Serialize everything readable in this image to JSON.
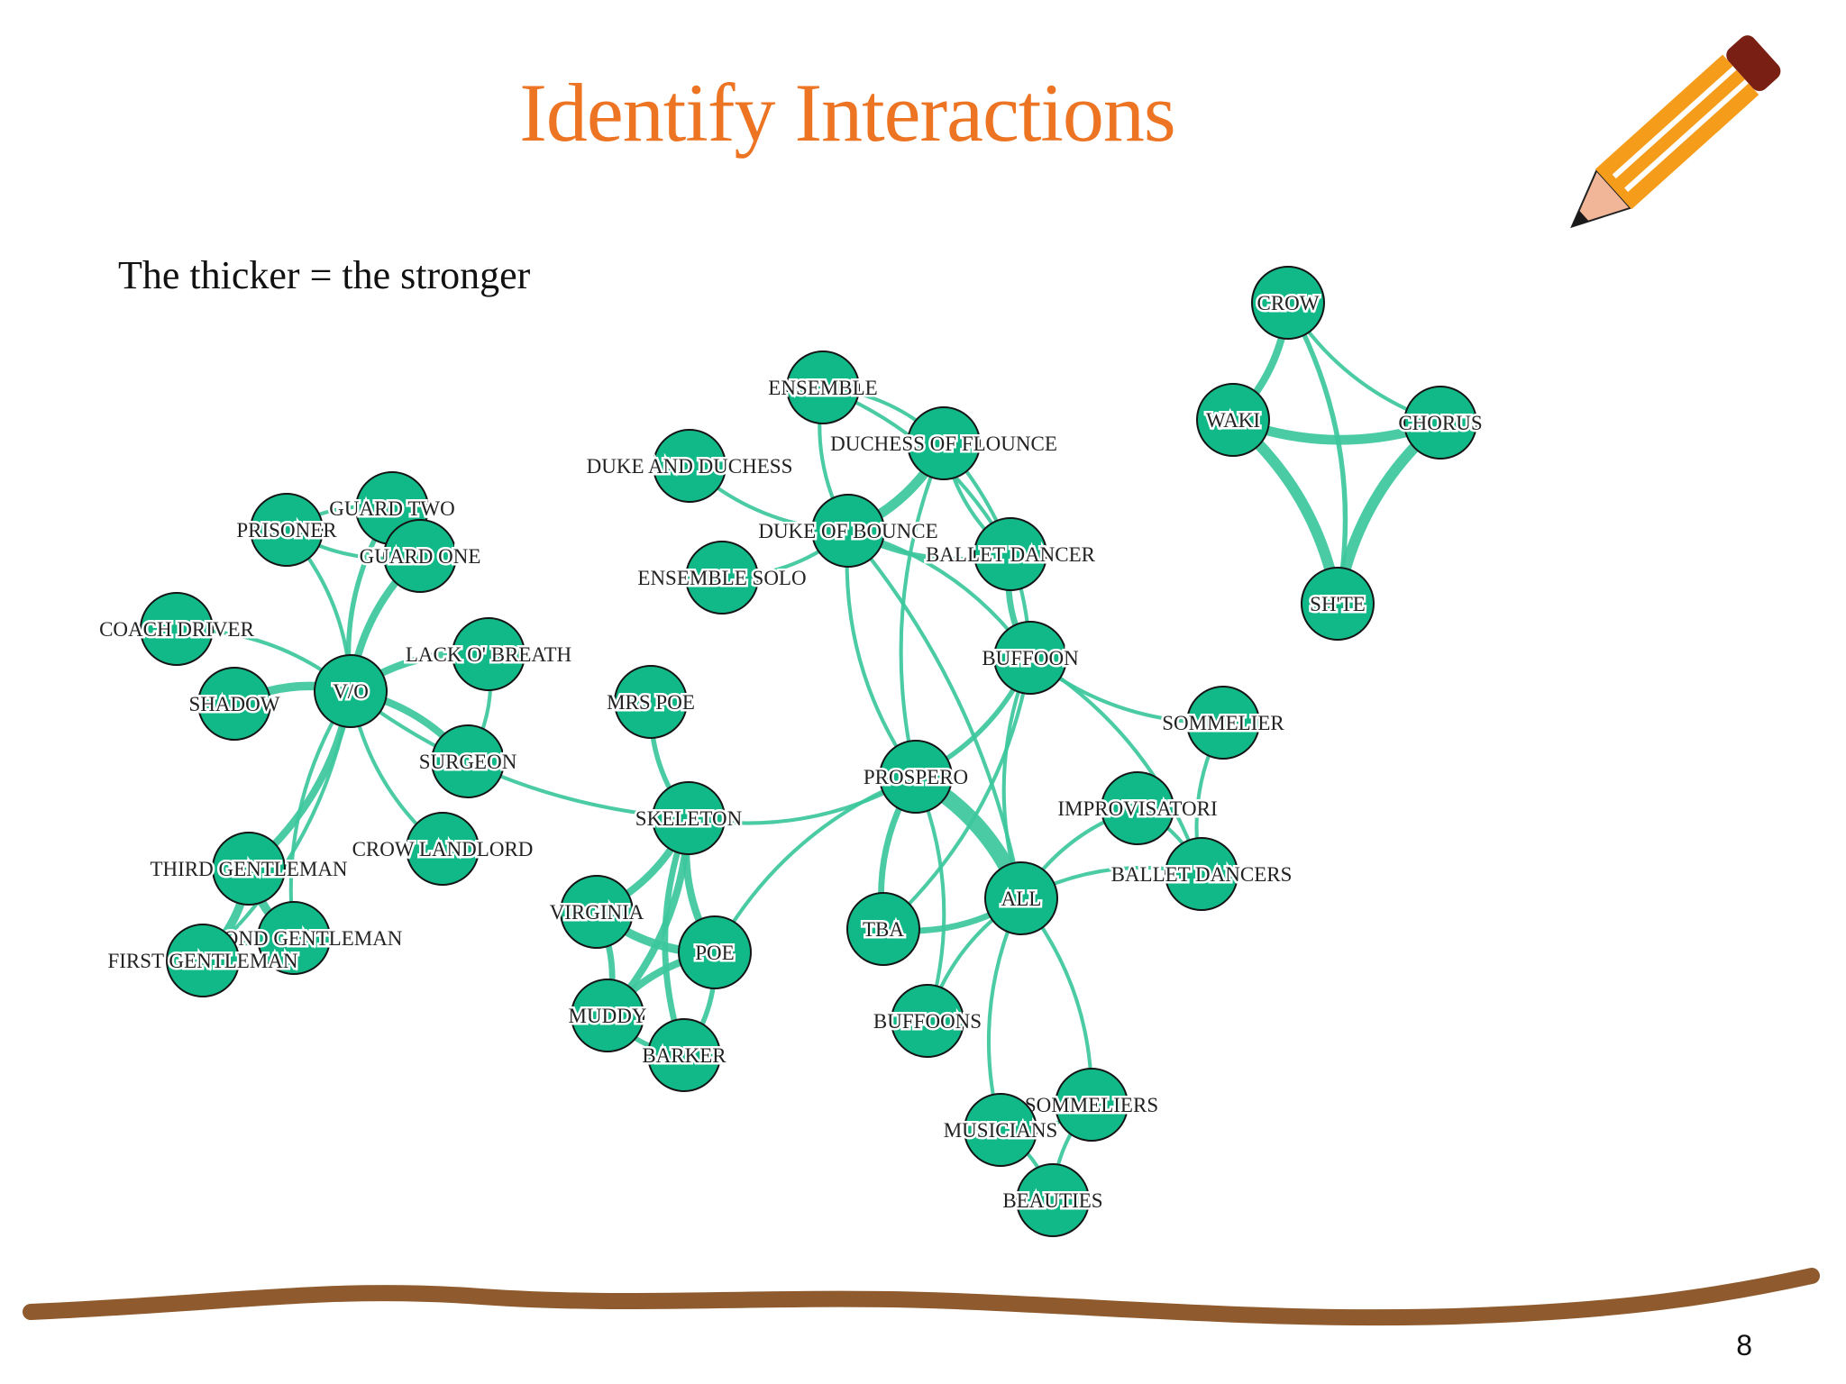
{
  "slide": {
    "title": "Identify Interactions",
    "subtitle": "The thicker = the stronger",
    "page_number": "8"
  },
  "colors": {
    "title": "#ec7422",
    "node": "#12b988",
    "edge": "#3cc79c",
    "ground": "#8f5b2e"
  },
  "icons": [
    "pencil-icon"
  ],
  "graph": {
    "nodes": [
      {
        "id": "CROW",
        "label": "CROW"
      },
      {
        "id": "WAKI",
        "label": "WAKI"
      },
      {
        "id": "CHORUS",
        "label": "CHORUS"
      },
      {
        "id": "SHITE",
        "label": "SH'TE"
      },
      {
        "id": "ENSEMBLE",
        "label": "ENSEMBLE"
      },
      {
        "id": "DUCHESS",
        "label": "DUCHESS OF FLOUNCE"
      },
      {
        "id": "DUKEDUCHESS",
        "label": "DUKE AND DUCHESS"
      },
      {
        "id": "DUKEBOUNCE",
        "label": "DUKE OF BOUNCE"
      },
      {
        "id": "BALLETDANCER",
        "label": "BALLET DANCER"
      },
      {
        "id": "ENSSOLO",
        "label": "ENSEMBLE SOLO"
      },
      {
        "id": "BUFFOON",
        "label": "BUFFOON"
      },
      {
        "id": "SOMMELIER",
        "label": "SOMMELIER"
      },
      {
        "id": "PROSPERO",
        "label": "PROSPERO"
      },
      {
        "id": "IMPROV",
        "label": "IMPROVISATORI"
      },
      {
        "id": "BALLETDANCERS",
        "label": "BALLET DANCERS"
      },
      {
        "id": "ALL",
        "label": "ALL"
      },
      {
        "id": "TBA",
        "label": "TBA"
      },
      {
        "id": "BUFFOONS",
        "label": "BUFFOONS"
      },
      {
        "id": "SOMMELIERS",
        "label": "SOMMELIERS"
      },
      {
        "id": "MUSICIANS",
        "label": "MUSICIANS"
      },
      {
        "id": "BEAUTIES",
        "label": "BEAUTIES"
      },
      {
        "id": "MRSPOE",
        "label": "MRS POE"
      },
      {
        "id": "SKELETON",
        "label": "SKELETON"
      },
      {
        "id": "VIRGINIA",
        "label": "VIRGINIA"
      },
      {
        "id": "POE",
        "label": "POE"
      },
      {
        "id": "MUDDY",
        "label": "MUDDY"
      },
      {
        "id": "BARKER",
        "label": "BARKER"
      },
      {
        "id": "GUARDTWO",
        "label": "GUARD TWO"
      },
      {
        "id": "PRISONER",
        "label": "PRISONER"
      },
      {
        "id": "GUARDONE",
        "label": "GUARD ONE"
      },
      {
        "id": "COACH",
        "label": "COACH DRIVER"
      },
      {
        "id": "LACK",
        "label": "LACK O' BREATH"
      },
      {
        "id": "SHADOW",
        "label": "SHADOW"
      },
      {
        "id": "VO",
        "label": "V/O"
      },
      {
        "id": "SURGEON",
        "label": "SURGEON"
      },
      {
        "id": "CROWLAND",
        "label": "CROW LANDLORD"
      },
      {
        "id": "THIRD",
        "label": "THIRD GENTLEMAN"
      },
      {
        "id": "SECOND",
        "label": "SECOND GENTLEMAN"
      },
      {
        "id": "FIRST",
        "label": "FIRST GENTLEMAN"
      }
    ],
    "edges": [
      {
        "source": "CROW",
        "target": "WAKI",
        "weight": 5
      },
      {
        "source": "CROW",
        "target": "CHORUS",
        "weight": 2
      },
      {
        "source": "CROW",
        "target": "SHITE",
        "weight": 3
      },
      {
        "source": "WAKI",
        "target": "CHORUS",
        "weight": 7
      },
      {
        "source": "WAKI",
        "target": "SHITE",
        "weight": 8
      },
      {
        "source": "CHORUS",
        "target": "SHITE",
        "weight": 8
      },
      {
        "source": "ENSEMBLE",
        "target": "DUCHESS",
        "weight": 2
      },
      {
        "source": "ENSEMBLE",
        "target": "DUKEBOUNCE",
        "weight": 2
      },
      {
        "source": "ENSEMBLE",
        "target": "BALLETDANCER",
        "weight": 2
      },
      {
        "source": "DUKEDUCHESS",
        "target": "DUKEBOUNCE",
        "weight": 2
      },
      {
        "source": "DUCHESS",
        "target": "DUKEBOUNCE",
        "weight": 7
      },
      {
        "source": "DUCHESS",
        "target": "BALLETDANCER",
        "weight": 2
      },
      {
        "source": "DUCHESS",
        "target": "BUFFOON",
        "weight": 2
      },
      {
        "source": "DUCHESS",
        "target": "PROSPERO",
        "weight": 2
      },
      {
        "source": "DUKEBOUNCE",
        "target": "ENSSOLO",
        "weight": 2
      },
      {
        "source": "DUKEBOUNCE",
        "target": "BALLETDANCER",
        "weight": 3
      },
      {
        "source": "DUKEBOUNCE",
        "target": "BUFFOON",
        "weight": 2
      },
      {
        "source": "DUKEBOUNCE",
        "target": "PROSPERO",
        "weight": 2
      },
      {
        "source": "DUKEBOUNCE",
        "target": "ALL",
        "weight": 2
      },
      {
        "source": "BALLETDANCER",
        "target": "BUFFOON",
        "weight": 4
      },
      {
        "source": "BUFFOON",
        "target": "PROSPERO",
        "weight": 3
      },
      {
        "source": "BUFFOON",
        "target": "SOMMELIER",
        "weight": 2
      },
      {
        "source": "BUFFOON",
        "target": "TBA",
        "weight": 2
      },
      {
        "source": "BUFFOON",
        "target": "ALL",
        "weight": 2
      },
      {
        "source": "BUFFOON",
        "target": "BALLETDANCERS",
        "weight": 2
      },
      {
        "source": "SOMMELIER",
        "target": "BALLETDANCERS",
        "weight": 2
      },
      {
        "source": "PROSPERO",
        "target": "ALL",
        "weight": 12
      },
      {
        "source": "PROSPERO",
        "target": "TBA",
        "weight": 4
      },
      {
        "source": "PROSPERO",
        "target": "SKELETON",
        "weight": 2
      },
      {
        "source": "PROSPERO",
        "target": "POE",
        "weight": 2
      },
      {
        "source": "PROSPERO",
        "target": "BUFFOONS",
        "weight": 2
      },
      {
        "source": "IMPROV",
        "target": "ALL",
        "weight": 2
      },
      {
        "source": "IMPROV",
        "target": "BALLETDANCERS",
        "weight": 2
      },
      {
        "source": "BALLETDANCERS",
        "target": "ALL",
        "weight": 2
      },
      {
        "source": "ALL",
        "target": "TBA",
        "weight": 4
      },
      {
        "source": "ALL",
        "target": "BUFFOONS",
        "weight": 2
      },
      {
        "source": "ALL",
        "target": "SOMMELIERS",
        "weight": 2
      },
      {
        "source": "ALL",
        "target": "MUSICIANS",
        "weight": 2
      },
      {
        "source": "SOMMELIERS",
        "target": "MUSICIANS",
        "weight": 2
      },
      {
        "source": "SOMMELIERS",
        "target": "BEAUTIES",
        "weight": 2
      },
      {
        "source": "MUSICIANS",
        "target": "BEAUTIES",
        "weight": 2
      },
      {
        "source": "MRSPOE",
        "target": "SKELETON",
        "weight": 3
      },
      {
        "source": "SKELETON",
        "target": "VIRGINIA",
        "weight": 5
      },
      {
        "source": "SKELETON",
        "target": "POE",
        "weight": 5
      },
      {
        "source": "SKELETON",
        "target": "MUDDY",
        "weight": 5
      },
      {
        "source": "SKELETON",
        "target": "BARKER",
        "weight": 4
      },
      {
        "source": "SKELETON",
        "target": "VO",
        "weight": 2
      },
      {
        "source": "VIRGINIA",
        "target": "POE",
        "weight": 6
      },
      {
        "source": "VIRGINIA",
        "target": "MUDDY",
        "weight": 4
      },
      {
        "source": "POE",
        "target": "MUDDY",
        "weight": 5
      },
      {
        "source": "POE",
        "target": "BARKER",
        "weight": 3
      },
      {
        "source": "MUDDY",
        "target": "BARKER",
        "weight": 3
      },
      {
        "source": "VO",
        "target": "GUARDTWO",
        "weight": 3
      },
      {
        "source": "VO",
        "target": "PRISONER",
        "weight": 2
      },
      {
        "source": "VO",
        "target": "GUARDONE",
        "weight": 5
      },
      {
        "source": "VO",
        "target": "COACH",
        "weight": 2
      },
      {
        "source": "VO",
        "target": "LACK",
        "weight": 5
      },
      {
        "source": "VO",
        "target": "SHADOW",
        "weight": 6
      },
      {
        "source": "VO",
        "target": "SURGEON",
        "weight": 5
      },
      {
        "source": "VO",
        "target": "CROWLAND",
        "weight": 2
      },
      {
        "source": "VO",
        "target": "THIRD",
        "weight": 5
      },
      {
        "source": "VO",
        "target": "SECOND",
        "weight": 2
      },
      {
        "source": "VO",
        "target": "FIRST",
        "weight": 2
      },
      {
        "source": "GUARDTWO",
        "target": "PRISONER",
        "weight": 2
      },
      {
        "source": "GUARDTWO",
        "target": "GUARDONE",
        "weight": 2
      },
      {
        "source": "PRISONER",
        "target": "GUARDONE",
        "weight": 2
      },
      {
        "source": "LACK",
        "target": "SURGEON",
        "weight": 2
      },
      {
        "source": "THIRD",
        "target": "SECOND",
        "weight": 6
      },
      {
        "source": "THIRD",
        "target": "FIRST",
        "weight": 6
      },
      {
        "source": "SECOND",
        "target": "FIRST",
        "weight": 6
      }
    ]
  }
}
